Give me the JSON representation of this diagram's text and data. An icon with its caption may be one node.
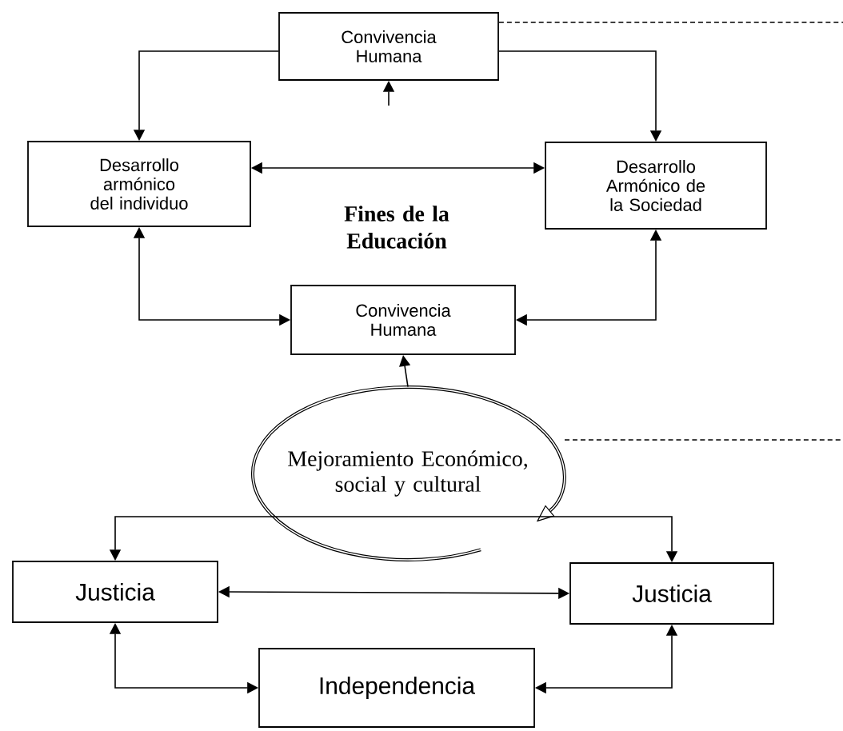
{
  "diagram": {
    "nodes": [
      {
        "text": [
          "Convivencia Humana"
        ]
      },
      {
        "text": [
          "Desarrollo armónico del individuo"
        ]
      },
      {
        "text": [
          "Desarrollo Armónico de la Sociedad"
        ]
      },
      {
        "text": [
          "Fines de la Educación"
        ]
      },
      {
        "text": [
          "Convivencia Humana"
        ]
      },
      {
        "text": [
          "Mejoramiento Económico, social y cultural"
        ]
      },
      {
        "text": [
          "Justicia"
        ]
      },
      {
        "text": [
          "Justicia"
        ]
      },
      {
        "text": [
          "Independencia"
        ]
      }
    ],
    "edges": [
      {
        "from": null,
        "to": 0,
        "arrow": "to"
      },
      {
        "from": 0,
        "to": 1,
        "arrow": "to"
      },
      {
        "from": 0,
        "to": 2,
        "arrow": "to"
      },
      {
        "from": 0,
        "to": null,
        "arrow": "none",
        "style": "dashed"
      },
      {
        "from": 1,
        "to": 2,
        "arrow": "both"
      },
      {
        "from": 1,
        "to": 4,
        "arrow": "both"
      },
      {
        "from": 2,
        "to": 4,
        "arrow": "both"
      },
      {
        "from": 5,
        "to": 4,
        "arrow": "to"
      },
      {
        "from": 5,
        "to": null,
        "arrow": "none",
        "style": "dashed"
      },
      {
        "from": 5,
        "to": 6,
        "arrow": "to"
      },
      {
        "from": 5,
        "to": 7,
        "arrow": "to"
      },
      {
        "from": 6,
        "to": 7,
        "arrow": "both"
      },
      {
        "from": 6,
        "to": 8,
        "arrow": "both"
      },
      {
        "from": 7,
        "to": 8,
        "arrow": "both"
      }
    ]
  }
}
